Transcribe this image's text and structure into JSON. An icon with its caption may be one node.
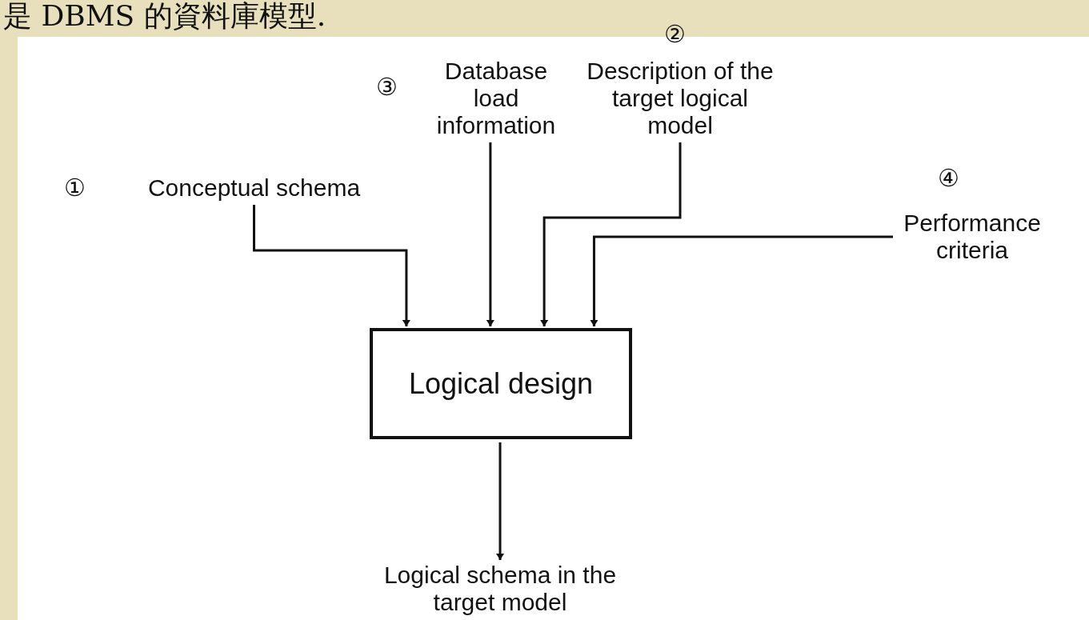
{
  "diagram": {
    "nodes": [
      {
        "text": [
          "Conceptual schema"
        ]
      },
      {
        "text": [
          "Database load information"
        ]
      },
      {
        "text": [
          "Description of the target logical model"
        ]
      },
      {
        "text": [
          "Performance criteria"
        ]
      },
      {
        "text": [
          "Logical design"
        ]
      },
      {
        "text": [
          "Logical schema in the target model"
        ]
      }
    ],
    "edges": [
      {
        "from": 0,
        "to": 4,
        "arrow": "to"
      },
      {
        "from": 1,
        "to": 4,
        "arrow": "to"
      },
      {
        "from": 2,
        "to": 4,
        "arrow": "to"
      },
      {
        "from": 3,
        "to": 4,
        "arrow": "to"
      },
      {
        "from": 4,
        "to": 5,
        "arrow": "to"
      }
    ],
    "labels": [
      "是 DBMS 的資料庫模型.",
      "②",
      "③",
      "①",
      "④"
    ]
  }
}
